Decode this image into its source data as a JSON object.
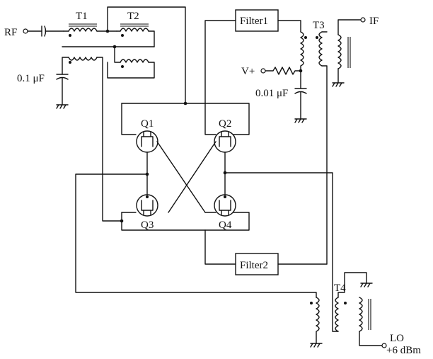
{
  "labels": {
    "rf": "RF",
    "t1": "T1",
    "t2": "T2",
    "t3": "T3",
    "t4": "T4",
    "if": "IF",
    "vplus": "V+",
    "cap1": "0.1 μF",
    "cap2": "0.01 μF",
    "filter1": "Filter1",
    "filter2": "Filter2",
    "q1": "Q1",
    "q2": "Q2",
    "q3": "Q3",
    "q4": "Q4",
    "lo_line1": "LO",
    "lo_line2": "+6 dBm"
  }
}
